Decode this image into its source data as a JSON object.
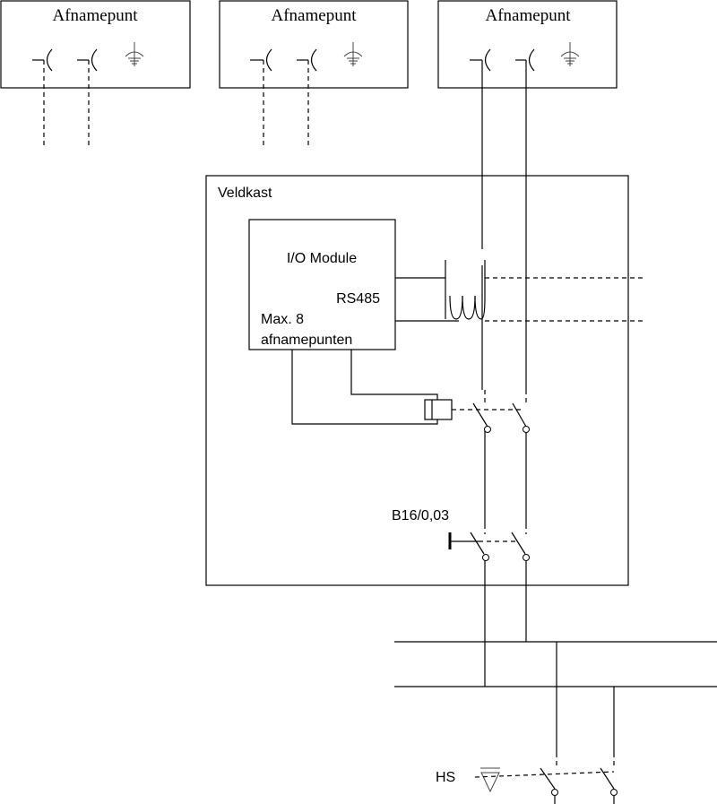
{
  "outlets": [
    {
      "label": "Afnamepunt"
    },
    {
      "label": "Afnamepunt"
    },
    {
      "label": "Afnamepunt"
    }
  ],
  "field_box": {
    "label": "Veldkast"
  },
  "io_module": {
    "title": "I/O Module",
    "bus": "RS485",
    "capacity_line1": "Max. 8",
    "capacity_line2": "afnamepunten"
  },
  "breaker": {
    "label": "B16/0,03"
  },
  "main_switch": {
    "label": "HS"
  }
}
